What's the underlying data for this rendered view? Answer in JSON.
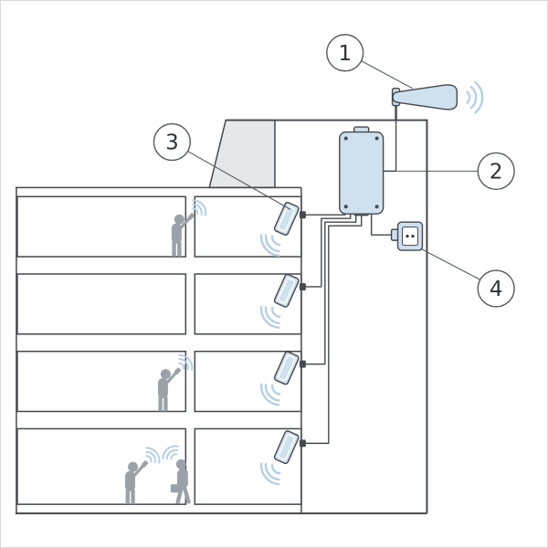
{
  "diagram": {
    "type": "technical-illustration",
    "subject": "in-building-signal-booster-system",
    "callouts": [
      {
        "label": "1",
        "target": "outdoor-antenna"
      },
      {
        "label": "2",
        "target": "booster-unit"
      },
      {
        "label": "3",
        "target": "indoor-antenna"
      },
      {
        "label": "4",
        "target": "power-outlet"
      }
    ],
    "colors": {
      "outline": "#43474c",
      "device_fill": "#cfe0ee",
      "signal_wave": "#b4cfe6",
      "person": "#9aa1a8",
      "structure_shade": "#e5e7ea",
      "background": "#ffffff"
    }
  }
}
